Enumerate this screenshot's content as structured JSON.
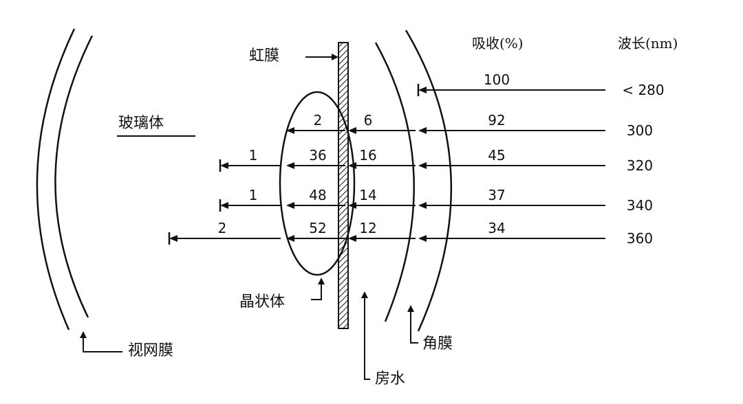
{
  "headers": {
    "absorption": "吸收(%)",
    "wavelength": "波长(nm)"
  },
  "labels": {
    "iris": "虹膜",
    "vitreous": "玻璃体",
    "lens": "晶状体",
    "retina": "视网膜",
    "aqueous": "房水",
    "cornea": "角膜"
  },
  "rows": [
    {
      "wavelength": "< 280",
      "cornea": "100",
      "aqueous": "",
      "lens": "",
      "vitreous": ""
    },
    {
      "wavelength": "300",
      "cornea": "92",
      "aqueous": "6",
      "lens": "2",
      "vitreous": ""
    },
    {
      "wavelength": "320",
      "cornea": "45",
      "aqueous": "16",
      "lens": "36",
      "vitreous": "1"
    },
    {
      "wavelength": "340",
      "cornea": "37",
      "aqueous": "14",
      "lens": "48",
      "vitreous": "1"
    },
    {
      "wavelength": "360",
      "cornea": "34",
      "aqueous": "12",
      "lens": "52",
      "vitreous": "2"
    }
  ],
  "colors": {
    "ink": "#111111",
    "background": "#ffffff"
  }
}
